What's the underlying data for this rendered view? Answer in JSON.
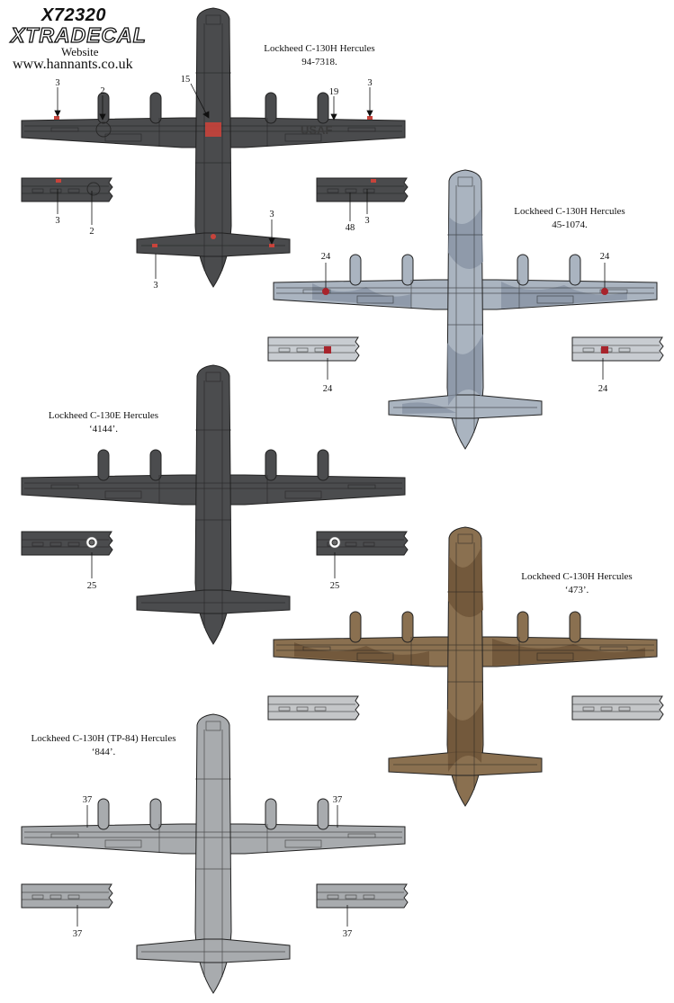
{
  "logo": {
    "code": "X72320",
    "brand": "XTRADECAL",
    "website_label": "Website",
    "website_url": "www.hannants.co.uk"
  },
  "aircraft": [
    {
      "title": "Lockheed C-130H Hercules",
      "serial": "94-7318.",
      "color": "#4a4b4d",
      "callouts": [
        "15",
        "2",
        "3",
        "19",
        "3",
        "3",
        "2",
        "3",
        "48",
        "3",
        "3"
      ],
      "wing_text": "USAF"
    },
    {
      "title": "Lockheed C-130H Hercules",
      "serial": "45-1074.",
      "color": "#a9b3bf",
      "callouts": [
        "24",
        "24",
        "24",
        "24"
      ]
    },
    {
      "title": "Lockheed C-130E Hercules",
      "serial": "‘4144’.",
      "color": "#4b4c4e",
      "callouts": [
        "25",
        "25"
      ]
    },
    {
      "title": "Lockheed C-130H Hercules",
      "serial": "‘473’.",
      "color": "#8a7050",
      "callouts": []
    },
    {
      "title": "Lockheed C-130H (TP-84) Hercules",
      "serial": "‘844’.",
      "color": "#a8abae",
      "callouts": [
        "37",
        "37",
        "37",
        "37"
      ]
    }
  ]
}
